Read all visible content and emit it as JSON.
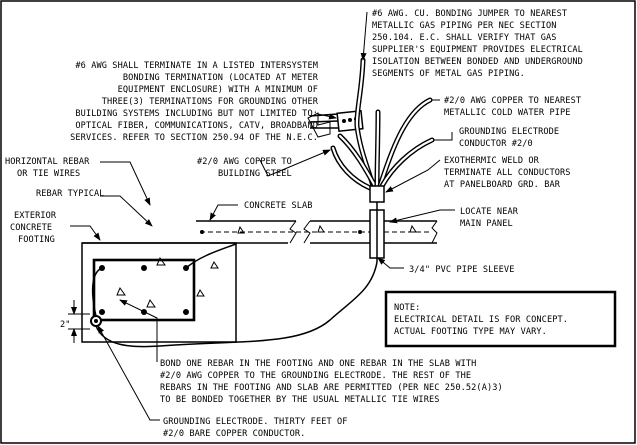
{
  "notes": {
    "jumper": [
      "#6 AWG. CU. BONDING JUMPER TO NEAREST",
      "METALLIC GAS PIPING PER NEC SECTION",
      "250.104. E.C. SHALL VERIFY THAT GAS",
      "SUPPLIER'S EQUIPMENT PROVIDES ELECTRICAL",
      "ISOLATION BETWEEN BONDED AND UNDERGROUND",
      "SEGMENTS OF METAL GAS PIPING."
    ],
    "intersystem": [
      "#6 AWG SHALL TERMINATE IN A LISTED INTERSYSTEM",
      "BONDING TERMINATION (LOCATED AT METER",
      "EQUIPMENT ENCLOSURE) WITH A MINIMUM OF",
      "THREE(3) TERMINATIONS FOR GROUNDING OTHER",
      "BUILDING SYSTEMS INCLUDING BUT NOT LIMITED TO:",
      "OPTICAL FIBER, COMMUNICATIONS, CATV, BROADBAND",
      "SERVICES. REFER TO SECTION 250.94 OF THE N.E.C."
    ],
    "water_pipe": [
      "#2/0 AWG COPPER TO NEAREST",
      "METALLIC COLD WATER PIPE"
    ],
    "electrode_conductor": [
      "GROUNDING ELECTRODE",
      "CONDUCTOR #2/0"
    ],
    "horizontal_rebar": [
      "HORIZONTAL REBAR",
      "OR TIE WIRES"
    ],
    "building_steel": [
      "#2/0 AWG COPPER TO",
      "BUILDING STEEL"
    ],
    "exothermic": [
      "EXOTHERMIC WELD OR",
      "TERMINATE ALL CONDUCTORS",
      "AT PANELBOARD GRD. BAR"
    ],
    "rebar_typical": "REBAR TYPICAL",
    "concrete_slab": "CONCRETE SLAB",
    "locate_near": [
      "LOCATE NEAR",
      "MAIN PANEL"
    ],
    "exterior_footing": [
      "EXTERIOR",
      "CONCRETE",
      "FOOTING"
    ],
    "pvc_sleeve": "3/4\" PVC PIPE SLEEVE",
    "concept_note": [
      "NOTE:",
      "ELECTRICAL DETAIL IS FOR CONCEPT.",
      "ACTUAL FOOTING TYPE MAY VARY."
    ],
    "dimension": "2\"",
    "bond_rebar": [
      "BOND ONE REBAR IN THE FOOTING AND ONE REBAR IN THE SLAB WITH",
      "#2/0 AWG COPPER TO THE GROUNDING ELECTRODE. THE REST OF THE",
      "REBARS IN THE FOOTING AND SLAB ARE PERMITTED (PER NEC 250.52(A)3)",
      "TO BE BONDED TOGETHER BY THE USUAL METALLIC TIE WIRES"
    ],
    "grounding_electrode": [
      "GROUNDING ELECTRODE. THIRTY FEET OF",
      "#2/0 BARE COPPER CONDUCTOR."
    ]
  }
}
